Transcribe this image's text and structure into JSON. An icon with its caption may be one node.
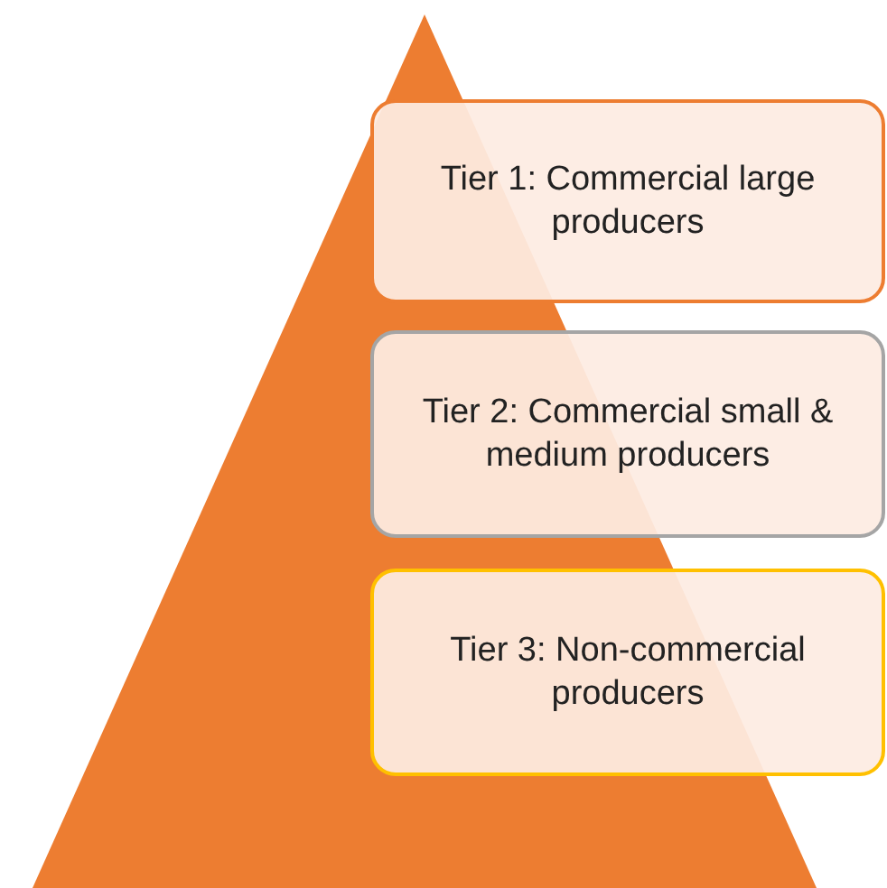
{
  "diagram": {
    "nodes": [
      {
        "text": [
          "Tier 1: Commercial large producers"
        ]
      },
      {
        "text": [
          "Tier 2: Commercial small & medium producers"
        ]
      },
      {
        "text": [
          "Tier 3: Non-commercial producers"
        ]
      }
    ]
  }
}
